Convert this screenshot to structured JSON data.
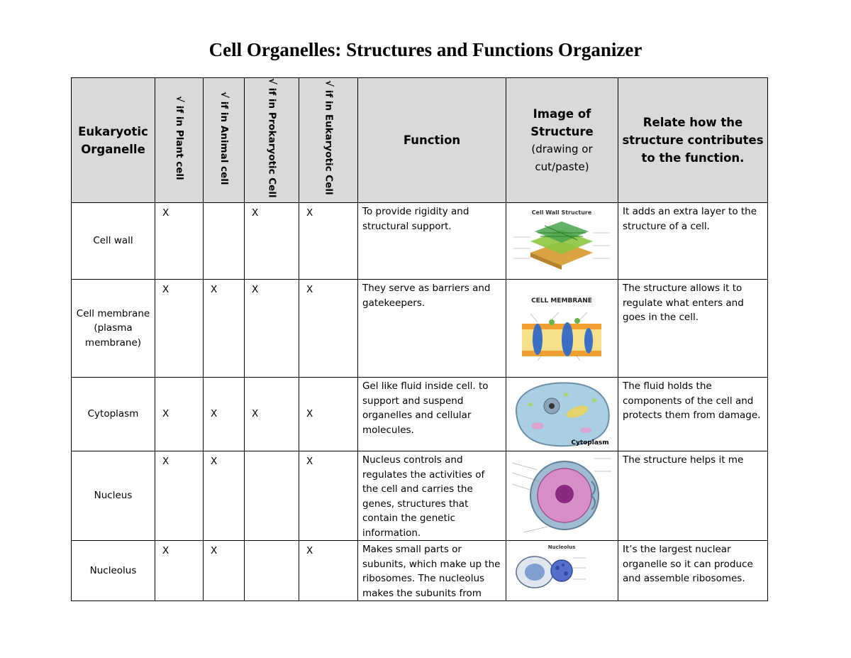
{
  "title": "Cell Organelles: Structures and Functions Organizer",
  "headers": {
    "organelle": "Eukaryotic Organelle",
    "plant": "√ if in Plant cell",
    "animal": "√ if in Animal cell",
    "prokaryotic": "√ if in Prokaryotic Cell",
    "eukaryotic": "√ if in Eukaryotic Cell",
    "function": "Function",
    "image_main": "Image of Structure",
    "image_sub": "(drawing or cut/paste)",
    "relate": "Relate how the structure contributes to the function."
  },
  "rows": [
    {
      "organelle": "Cell wall",
      "plant": "X",
      "animal": "",
      "prokaryotic": "X",
      "eukaryotic": "X",
      "function": "To provide rigidity and structural support.",
      "image_caption": "Cell Wall Structure",
      "relate": "It adds an extra layer to the structure of a cell."
    },
    {
      "organelle": "Cell membrane (plasma membrane)",
      "plant": "X",
      "animal": "X",
      "prokaryotic": "X",
      "eukaryotic": "X",
      "function": "They serve as barriers and gatekeepers.",
      "image_caption": "CELL MEMBRANE",
      "relate": "The structure allows it to regulate what enters and goes in the cell."
    },
    {
      "organelle": "Cytoplasm",
      "plant": "X",
      "animal": "X",
      "prokaryotic": "X",
      "eukaryotic": "X",
      "function": "Gel like fluid inside cell. to support and suspend organelles and cellular molecules.",
      "image_caption": "Cytoplasm",
      "relate": "The fluid holds the components of the cell and protects them from damage."
    },
    {
      "organelle": "Nucleus",
      "plant": "X",
      "animal": "X",
      "prokaryotic": "",
      "eukaryotic": "X",
      "function": "Nucleus controls and regulates the activities of the cell and carries the genes, structures that contain the genetic information.",
      "image_caption": "",
      "relate": "The structure helps it me"
    },
    {
      "organelle": "Nucleolus",
      "plant": "X",
      "animal": "X",
      "prokaryotic": "",
      "eukaryotic": "X",
      "function": "Makes small parts or subunits, which make up the ribosomes. The nucleolus makes the subunits from",
      "image_caption": "Nucleolus",
      "relate": "It’s the largest nuclear organelle so it can produce and assemble ribosomes."
    }
  ]
}
